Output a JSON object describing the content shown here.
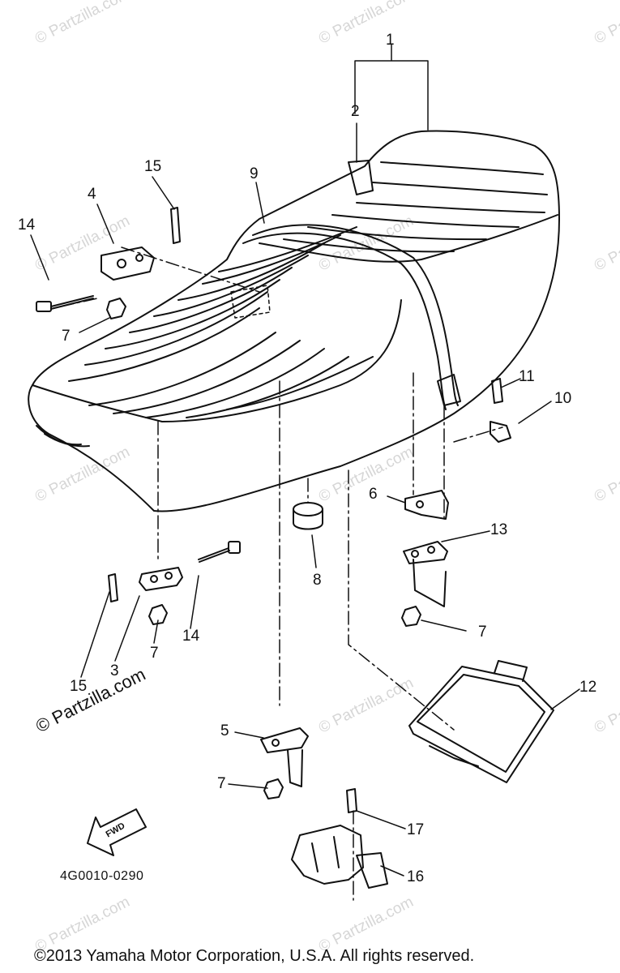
{
  "watermark": "© Partzilla.com",
  "callouts": {
    "c1": "1",
    "c2": "2",
    "c3": "3",
    "c4": "4",
    "c5": "5",
    "c6": "6",
    "c7a": "7",
    "c7b": "7",
    "c7c": "7",
    "c7d": "7",
    "c8": "8",
    "c9": "9",
    "c10": "10",
    "c11": "11",
    "c12": "12",
    "c13": "13",
    "c14a": "14",
    "c14b": "14",
    "c15a": "15",
    "c15b": "15",
    "c16": "16",
    "c17": "17"
  },
  "forward_arrow_label": "FWD",
  "partzilla_mark": "© Partzilla.com",
  "diagram_code": "4G0010-0290",
  "copyright": "©2013  Yamaha Motor Corporation, U.S.A. All rights reserved."
}
